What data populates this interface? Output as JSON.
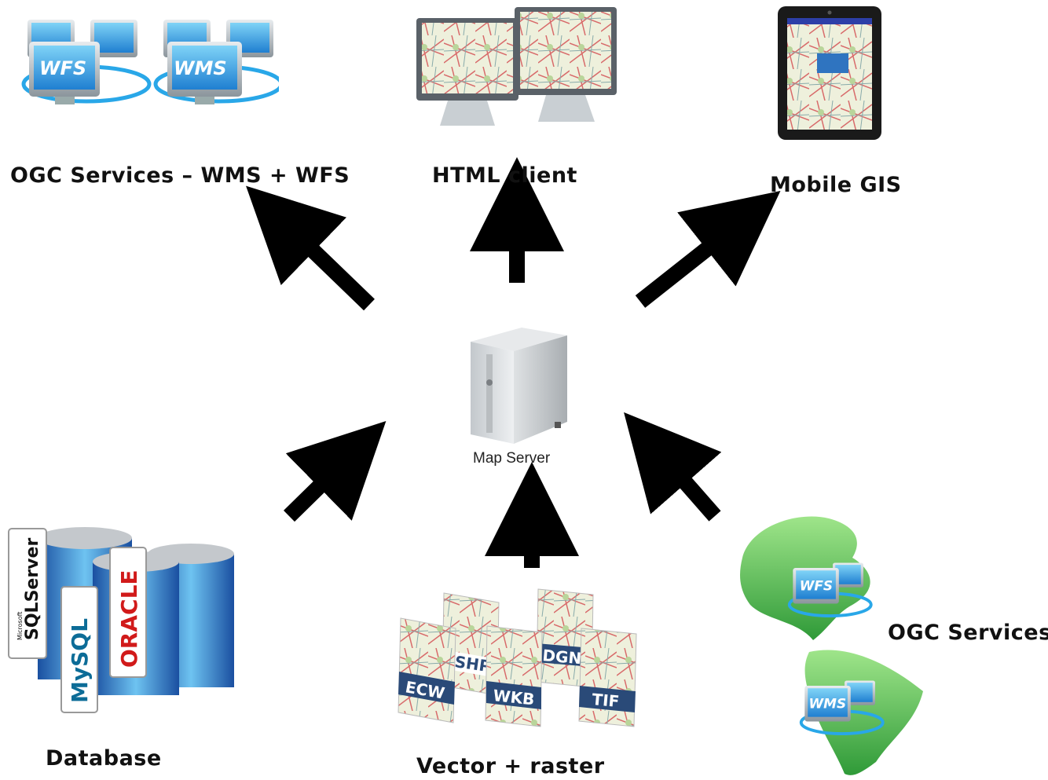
{
  "center": {
    "label": "Map Server"
  },
  "outputs": [
    {
      "label": "OGC Services – WMS + WFS",
      "icons": [
        "WFS",
        "WMS"
      ]
    },
    {
      "label": "HTML client"
    },
    {
      "label": "Mobile GIS"
    }
  ],
  "inputs": [
    {
      "label": "Database",
      "brands": [
        "Microsoft",
        "SQLServer",
        "MySQL",
        "ORACLE"
      ]
    },
    {
      "label": "Vector + raster",
      "formats": [
        "ECW",
        "SHP",
        "WKB",
        "DGN",
        "TIF"
      ]
    },
    {
      "label": "OGC Services",
      "icons": [
        "WFS",
        "WMS"
      ]
    }
  ]
}
